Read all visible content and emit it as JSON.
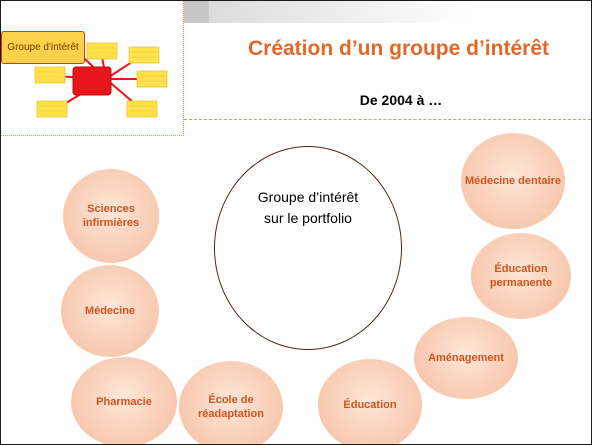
{
  "logo": {
    "label": "Groupe d'intérêt"
  },
  "title": "Création d’un groupe d’intérêt",
  "subtitle": "De 2004 à …",
  "center": {
    "line1": "Groupe d’intérêt",
    "line2": "sur le portfolio"
  },
  "faculties": {
    "sciences_infirmieres": "Sciences infirmières",
    "medecine": "Médecine",
    "pharmacie": "Pharmacie",
    "ecole_readaptation": "École de réadaptation",
    "education": "Éducation",
    "amenagement": "Aménagement",
    "education_permanente": "Éducation permanente",
    "medecine_dentaire": "Médecine dentaire"
  },
  "colors": {
    "title": "#e0692a",
    "bubble_text": "#d0541d",
    "bubble_fill": "#f9cdb5",
    "logo_center": "#e8151b",
    "logo_nodes": "#ffe24a"
  }
}
